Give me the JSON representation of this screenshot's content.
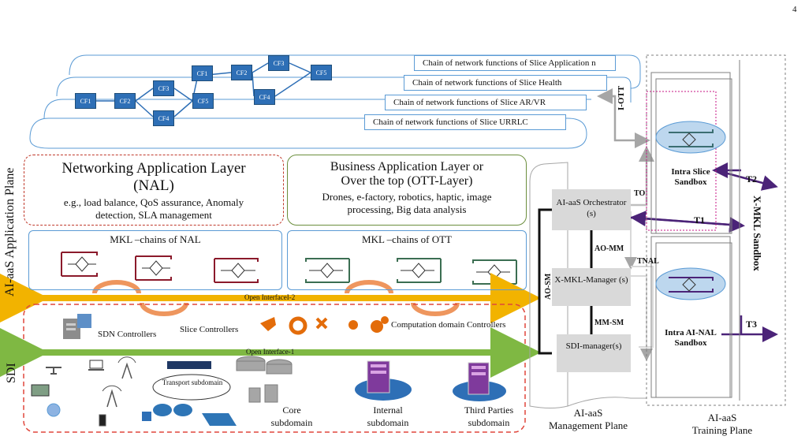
{
  "page_number": "4",
  "slice_chains": [
    "Chain of network functions of Slice Application n",
    "Chain of network functions of Slice Health",
    "Chain of network functions of Slice AR/VR",
    "Chain of network functions of Slice URRLC"
  ],
  "cf_labels": [
    "CF1",
    "CF2",
    "CF3",
    "CF4",
    "CF5",
    "CF1",
    "CF2",
    "CF3",
    "CF4",
    "CF5"
  ],
  "nal": {
    "title_line1": "Networking Application Layer",
    "title_line2": "(NAL)",
    "desc_line1": "e.g., load balance, QoS assurance, Anomaly",
    "desc_line2": "detection, SLA  management"
  },
  "ott": {
    "title_line1": "Business Application Layer or",
    "title_line2": "Over the top (OTT-Layer)",
    "desc_line1": "Drones, e-factory, robotics, haptic, image",
    "desc_line2": "processing, Big data analysis"
  },
  "mkl_nal": "MKL –chains of  NAL",
  "mkl_ott": "MKL –chains of  OTT",
  "plane_app": "AI-aaS Application Plane",
  "plane_sdi": "SDI",
  "interface2": "Open InterfaceI-2",
  "interface1": "Open Interface-1",
  "sdn_controllers": "SDN Controllers",
  "slice_controllers": "Slice Controllers",
  "computation_controllers": "Computation domain Controllers",
  "transport": "Transport subdomain",
  "core": "Core subdomain",
  "internal": "Internal subdomain",
  "third": "Third Parties subdomain",
  "orchestrator": "AI-aaS Orchestrator (s)",
  "xmkl_manager": "X-MKL-Manager (s)",
  "sdi_manager": "SDI-manager(s)",
  "ao_mm": "AO-MM",
  "mm_sm": "MM-SM",
  "ao_sm": "AO-SM",
  "to": "TO",
  "tnal": "TNAL",
  "t1": "T1",
  "t2": "T2",
  "t3": "T3",
  "i_ott": "I-OTT",
  "intra_slice_line1": "Intra Slice",
  "intra_slice_line2": "Sandbox",
  "intra_nal_line1": "Intra AI-NAL",
  "intra_nal_line2": "Sandbox",
  "xmkl_sandbox": "X-MKL Sandbox",
  "mgmt_plane_line1": "AI-aaS",
  "mgmt_plane_line2": "Management Plane",
  "training_plane_line1": "AI-aaS",
  "training_plane_line2": "Training Plane",
  "colors": {
    "cf_fill": "#2e6fb6",
    "nal_border": "#c0392b",
    "ott_border": "#6b8e3d",
    "interface2": "#f2b300",
    "interface1": "#7fb843",
    "sdi_border": "#e0473c",
    "chain_box_border": "#5b9bd5",
    "purple": "#4b2378",
    "manager_fill": "#d9d9d9"
  }
}
